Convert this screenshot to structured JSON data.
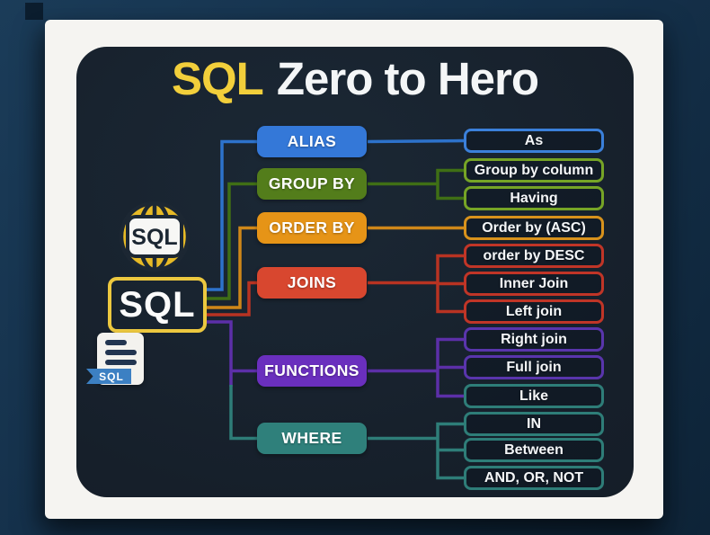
{
  "title": {
    "highlight": "SQL",
    "rest": "Zero to Hero"
  },
  "logo": {
    "globe_text": "SQL",
    "box_text": "SQL",
    "file_badge": "SQL"
  },
  "palette": {
    "title_yellow": "#f2cf3b",
    "node_blue": "#3478d8",
    "node_green": "#537d1b",
    "node_orange": "#e69417",
    "node_red": "#d8472f",
    "node_purple": "#6a2fbe",
    "node_teal": "#2f807b",
    "leaf_blue": "#3b80da",
    "leaf_green": "#76a426",
    "leaf_orange": "#d8921c",
    "leaf_red": "#c03527",
    "leaf_purple": "#5935ac",
    "leaf_teal": "#2e7d78",
    "line_blue": "#2d72cb",
    "line_green": "#3f6f15",
    "line_orange": "#cf8719",
    "line_red": "#b83322",
    "line_purple": "#5c2fa8",
    "line_teal": "#2e7d78",
    "gold": "#e7ba26",
    "ink": "#1c2733"
  },
  "categories": [
    {
      "label": "ALIAS",
      "children": [
        "As"
      ]
    },
    {
      "label": "GROUP BY",
      "children": [
        "Group by column",
        "Having"
      ]
    },
    {
      "label": "ORDER BY",
      "children": [
        "Order by (ASC)"
      ]
    },
    {
      "label": "JOINS",
      "children": [
        "order by DESC",
        "Inner Join",
        "Left join"
      ]
    },
    {
      "label": "FUNCTIONS",
      "children": [
        "Right join",
        "Full join",
        "Like"
      ]
    },
    {
      "label": "WHERE",
      "children": [
        "IN",
        "Between",
        "AND, OR, NOT"
      ]
    }
  ]
}
